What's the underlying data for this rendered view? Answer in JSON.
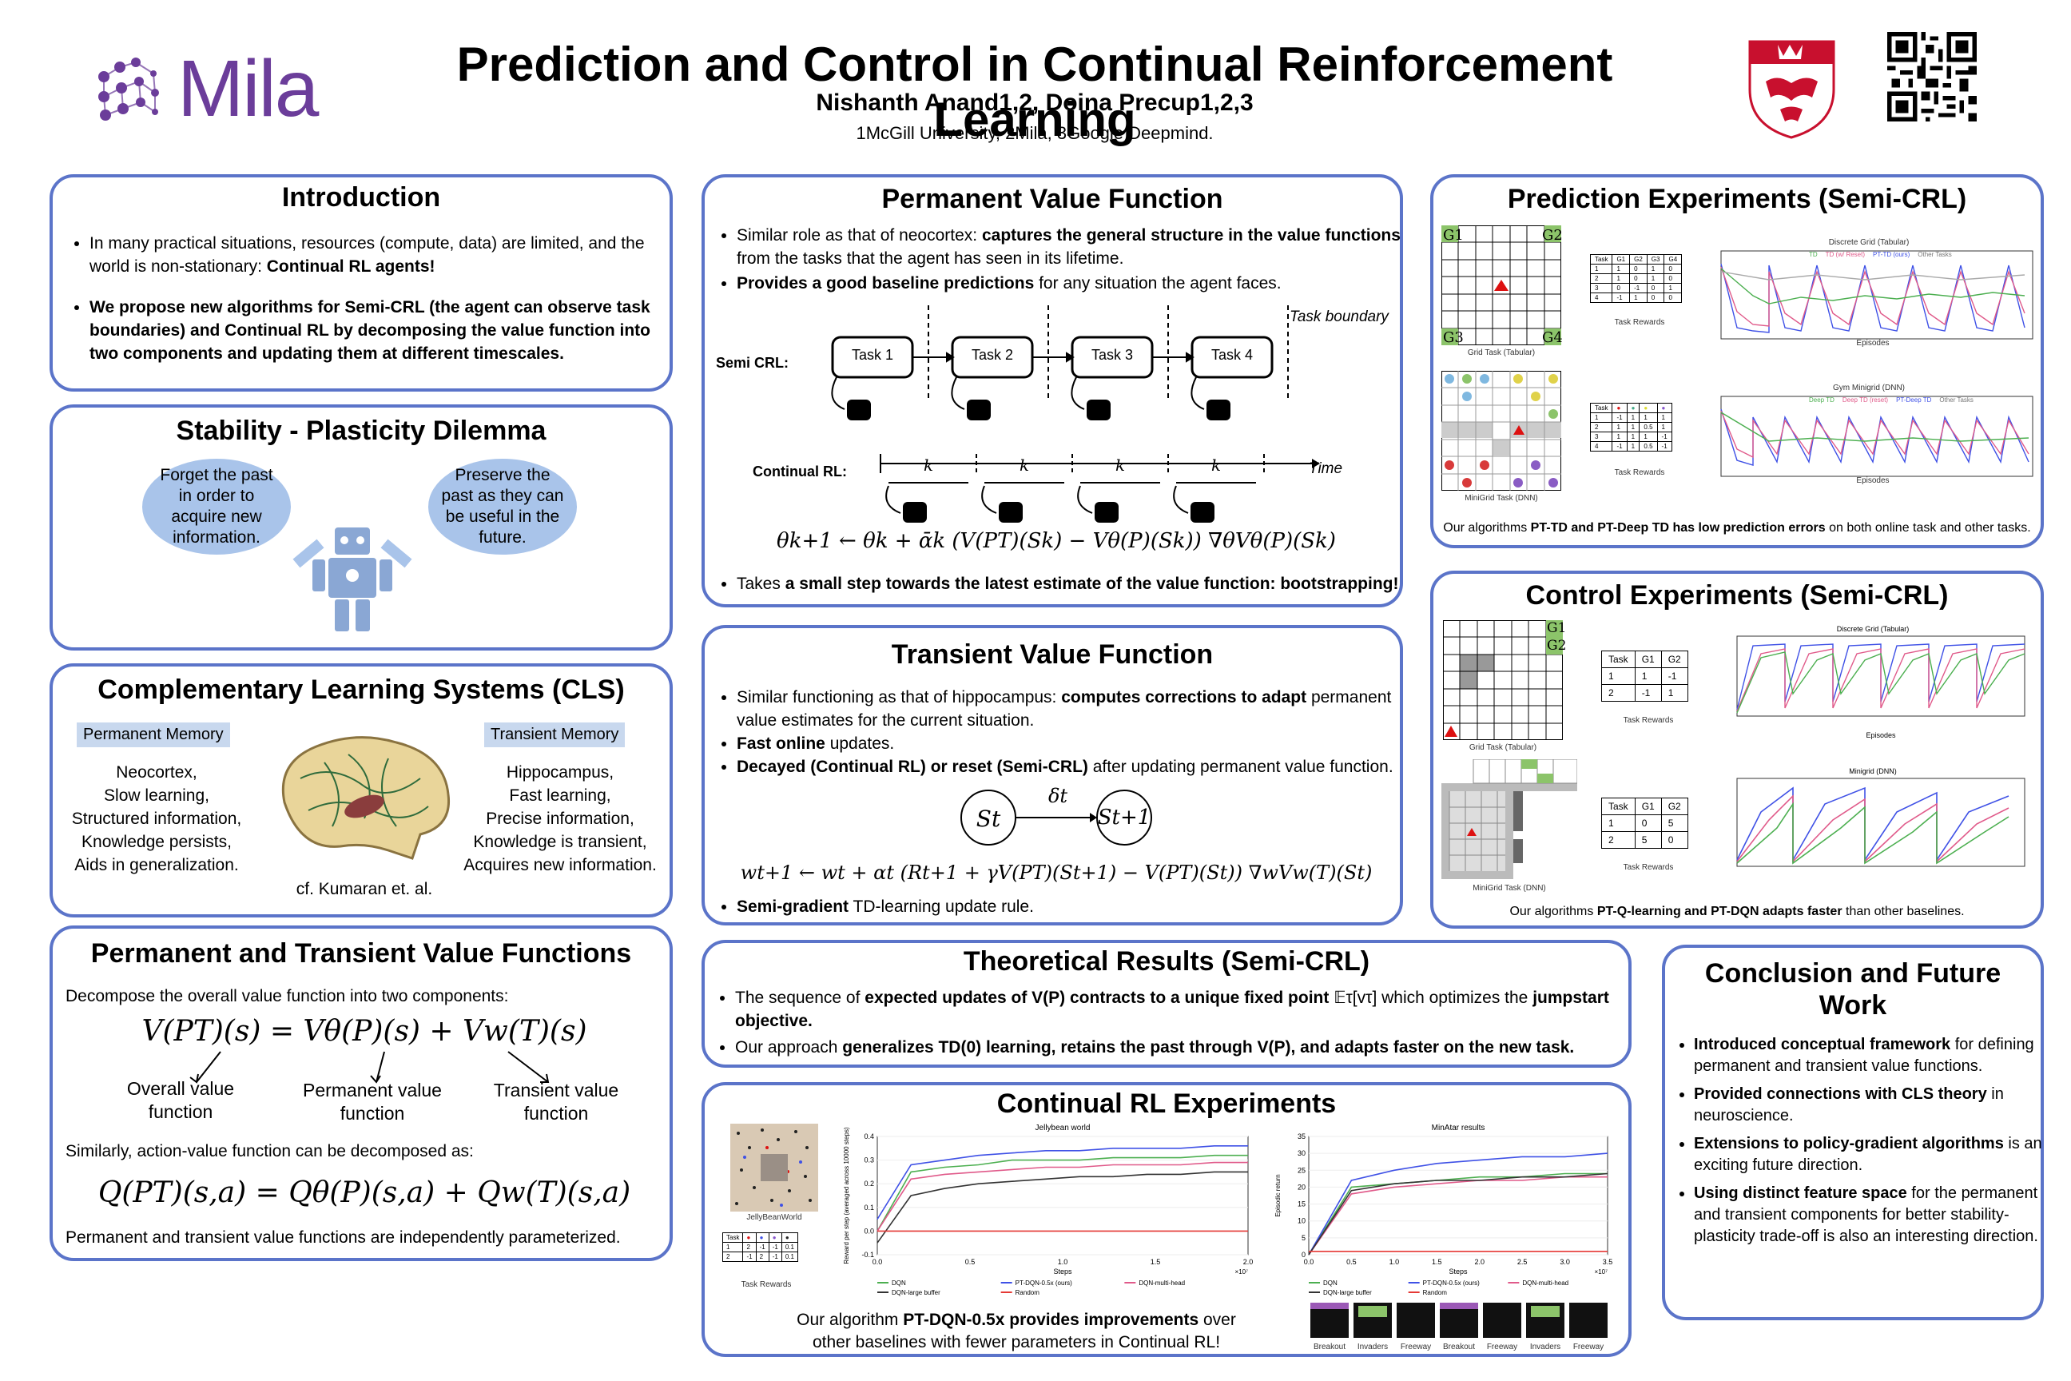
{
  "header": {
    "logo_text": "Mila",
    "title": "Prediction and Control in Continual Reinforcement Learning",
    "authors": "Nishanth Anand1,2, Doina Precup1,2,3",
    "affiliations": "1McGill University, 2Mila, 3Google Deepmind."
  },
  "intro": {
    "title": "Introduction",
    "b1_plain": "In many practical situations, resources (compute, data) are limited, and the world is non-stationary: ",
    "b1_bold": "Continual RL agents!",
    "b2_bold": "We propose new algorithms for Semi-CRL (the agent can observe task boundaries) and Continual RL by decomposing the value function into two components and updating them at different timescales."
  },
  "stability": {
    "title": "Stability - Plasticity Dilemma",
    "left_bubble": "Forget the past in order to acquire new information.",
    "right_bubble": "Preserve the past as they can be useful in the future."
  },
  "cls": {
    "title": "Complementary Learning Systems (CLS)",
    "perm_tag": "Permanent Memory",
    "trans_tag": "Transient Memory",
    "perm_items": [
      "Neocortex,",
      "Slow learning,",
      "Structured information,",
      "Knowledge persists,",
      "Aids in generalization."
    ],
    "trans_items": [
      "Hippocampus,",
      "Fast learning,",
      "Precise information,",
      "Knowledge is transient,",
      "Acquires new information."
    ],
    "caption": "cf. Kumaran et. al."
  },
  "ptvf": {
    "title": "Permanent and Transient Value Functions",
    "intro": "Decompose the overall value function into two components:",
    "eq_v": "V(PT)(s) = Vθ(P)(s) + Vw(T)(s)",
    "label_overall": "Overall value function",
    "label_perm": "Permanent value function",
    "label_trans": "Transient value function",
    "similarly": "Similarly, action-value function can be decomposed as:",
    "eq_q": "Q(PT)(s,a) = Qθ(P)(s,a) + Qw(T)(s,a)",
    "footer": "Permanent and transient value functions are independently parameterized."
  },
  "pvf": {
    "title": "Permanent Value Function",
    "b1_plain": "Similar role as that of neocortex: ",
    "b1_bold": "captures the general structure in the value functions",
    "b1_rest": " from the tasks that the agent has seen in its lifetime.",
    "b2_bold": "Provides a good baseline predictions",
    "b2_rest": " for any situation the agent faces.",
    "semi_label": "Semi CRL:",
    "crl_label": "Continual RL:",
    "tasks": [
      "Task 1",
      "Task 2",
      "Task 3",
      "Task 4"
    ],
    "task_boundary": "Task boundary",
    "k": "k",
    "time": "Time",
    "eq": "θk+1 ← θk + ᾱk (V(PT)(Sk) − Vθ(P)(Sk)) ∇θVθ(P)(Sk)",
    "b3_plain": "Takes ",
    "b3_bold": "a small step towards the latest estimate of the value function: bootstrapping!"
  },
  "tvf": {
    "title": "Transient Value Function",
    "b1_plain": "Similar functioning as that of hippocampus: ",
    "b1_bold": "computes corrections to adapt",
    "b1_rest": " permanent value estimates for the current situation.",
    "b2_bold": "Fast online",
    "b2_rest": " updates.",
    "b3_bold": "Decayed (Continual RL) or reset (Semi-CRL)",
    "b3_rest": " after updating permanent value function.",
    "node_s": "St",
    "node_s1": "St+1",
    "delta": "δt",
    "eq": "wt+1 ← wt + αt (Rt+1 + γV(PT)(St+1) − V(PT)(St)) ∇wVw(T)(St)",
    "b4_bold": "Semi-gradient",
    "b4_rest": " TD-learning update rule."
  },
  "pred": {
    "title": "Prediction Experiments (Semi-CRL)",
    "grid_labels": [
      "G1",
      "G2",
      "G3",
      "G4"
    ],
    "grid_caption": "Grid Task (Tabular)",
    "minigrid_caption": "MiniGrid Task (DNN)",
    "reward_caption": "Task Rewards",
    "table1_head": [
      "Task",
      "G1",
      "G2",
      "G3",
      "G4"
    ],
    "table1_rows": [
      [
        "1",
        "1",
        "0",
        "1",
        "0"
      ],
      [
        "2",
        "1",
        "0",
        "1",
        "0"
      ],
      [
        "3",
        "0",
        "-1",
        "0",
        "1"
      ],
      [
        "4",
        "-1",
        "1",
        "0",
        "0"
      ]
    ],
    "chart1_title": "Discrete Grid (Tabular)",
    "chart1_legend": [
      "TD",
      "TD (w/ Reset)",
      "PT-TD (ours)",
      "Other Tasks"
    ],
    "chart2_title": "Gym Minigrid (DNN)",
    "chart2_legend": [
      "Deep TD",
      "Deep TD (reset)",
      "PT-Deep TD",
      "Other Tasks"
    ],
    "xlabel": "Episodes",
    "summary_pre": "Our algorithms ",
    "summary_bold1": "PT-TD and PT-Deep TD has low prediction errors",
    "summary_post": " on both online task and other tasks."
  },
  "control": {
    "title": "Control Experiments (Semi-CRL)",
    "grid_caption": "Grid Task (Tabular)",
    "minigrid_caption": "MiniGrid Task (DNN)",
    "reward_caption": "Task Rewards",
    "g_labels": [
      "G1",
      "G2"
    ],
    "table1_head": [
      "Task",
      "G1",
      "G2"
    ],
    "table1_rows": [
      [
        "1",
        "1",
        "-1"
      ],
      [
        "2",
        "-1",
        "1"
      ]
    ],
    "table2_head": [
      "Task",
      "G1",
      "G2"
    ],
    "table2_rows": [
      [
        "1",
        "0",
        "5"
      ],
      [
        "2",
        "5",
        "0"
      ]
    ],
    "summary_pre": "Our algorithms ",
    "summary_bold": "PT-Q-learning and PT-DQN adapts faster",
    "summary_post": " than other baselines."
  },
  "theory": {
    "title": "Theoretical Results (Semi-CRL)",
    "b1_plain": "The sequence of ",
    "b1_bold": "expected updates of V(P) contracts to a unique fixed point",
    "b1_mid": " 𝔼τ[vτ] which optimizes the ",
    "b1_bold2": "jumpstart objective.",
    "b2_plain": "Our approach ",
    "b2_bold": "generalizes TD(0) learning, retains the past through V(P), and adapts faster on the new task."
  },
  "crl": {
    "title": "Continual RL Experiments",
    "jbw_caption": "JellyBeanWorld",
    "reward_caption": "Task Rewards",
    "summary_pre": "Our algorithm ",
    "summary_bold": "PT-DQN-0.5x provides improvements",
    "summary_post": " over other baselines with fewer parameters in Continual RL!",
    "games": [
      "Breakout",
      "Invaders",
      "Freeway",
      "Breakout",
      "Freeway",
      "Invaders",
      "Freeway"
    ]
  },
  "conclusion": {
    "title": "Conclusion and Future Work",
    "items": [
      {
        "bold": "Introduced conceptual framework",
        "rest": " for defining permanent and transient value functions."
      },
      {
        "bold": "Provided connections with CLS theory",
        "rest": " in neuroscience."
      },
      {
        "bold": "Extensions to policy-gradient algorithms",
        "rest": " is an exciting future direction."
      },
      {
        "bold": "Using distinct feature space",
        "rest": " for the permanent and transient components for better stability-plasticity trade-off is also an interesting direction."
      }
    ]
  },
  "chart_data": [
    {
      "type": "line",
      "title": "Jellybean world",
      "xlabel": "Steps",
      "ylabel": "Reward per step (averaged across 10000 steps)",
      "xlim": [
        0,
        2.1
      ],
      "ylim": [
        -0.1,
        0.4
      ],
      "x_ticks": [
        "0.0",
        "0.5",
        "1.0",
        "1.5",
        "2.0"
      ],
      "y_ticks": [
        "-0.1",
        "0.0",
        "0.1",
        "0.2",
        "0.3",
        "0.4"
      ],
      "x_scale_note": "×10⁷",
      "legend": [
        "DQN",
        "PT-DQN-0.5x (ours)",
        "DQN-multi-head",
        "DQN-large buffer",
        "Random"
      ],
      "colors": [
        "#4caf50",
        "#3f51e6",
        "#e05a8a",
        "#333333",
        "#e53935"
      ],
      "series": [
        {
          "name": "DQN",
          "values": [
            0.0,
            0.25,
            0.27,
            0.28,
            0.3,
            0.3,
            0.3,
            0.31,
            0.31,
            0.31,
            0.32,
            0.32
          ]
        },
        {
          "name": "PT-DQN-0.5x (ours)",
          "values": [
            0.05,
            0.28,
            0.3,
            0.32,
            0.33,
            0.34,
            0.34,
            0.35,
            0.35,
            0.35,
            0.36,
            0.36
          ]
        },
        {
          "name": "DQN-multi-head",
          "values": [
            0.0,
            0.22,
            0.24,
            0.25,
            0.26,
            0.27,
            0.27,
            0.28,
            0.28,
            0.28,
            0.29,
            0.29
          ]
        },
        {
          "name": "DQN-large buffer",
          "values": [
            -0.05,
            0.15,
            0.18,
            0.2,
            0.21,
            0.22,
            0.23,
            0.23,
            0.24,
            0.24,
            0.25,
            0.25
          ]
        },
        {
          "name": "Random",
          "values": [
            0.0,
            0.0,
            0.0,
            0.0,
            0.0,
            0.0,
            0.0,
            0.0,
            0.0,
            0.0,
            0.0,
            0.0
          ]
        }
      ]
    },
    {
      "type": "line",
      "title": "MinAtar results",
      "xlabel": "Steps",
      "ylabel": "Episodic return",
      "xlim": [
        0,
        3.5
      ],
      "ylim": [
        0,
        35
      ],
      "x_ticks": [
        "0.0",
        "0.5",
        "1.0",
        "1.5",
        "2.0",
        "2.5",
        "3.0",
        "3.5"
      ],
      "y_ticks": [
        "0",
        "5",
        "10",
        "15",
        "20",
        "25",
        "30",
        "35"
      ],
      "x_scale_note": "×10⁷",
      "legend": [
        "DQN",
        "PT-DQN-0.5x (ours)",
        "DQN-multi-head",
        "DQN-large buffer",
        "Random"
      ],
      "colors": [
        "#4caf50",
        "#3f51e6",
        "#e05a8a",
        "#333333",
        "#e53935"
      ],
      "series": [
        {
          "name": "DQN",
          "values": [
            0,
            20,
            21,
            22,
            23,
            23,
            24,
            24
          ]
        },
        {
          "name": "PT-DQN-0.5x (ours)",
          "values": [
            0,
            22,
            25,
            27,
            28,
            29,
            29,
            30
          ]
        },
        {
          "name": "DQN-multi-head",
          "values": [
            0,
            18,
            20,
            21,
            22,
            22,
            23,
            23
          ]
        },
        {
          "name": "DQN-large buffer",
          "values": [
            0,
            19,
            21,
            22,
            22,
            23,
            23,
            24
          ]
        },
        {
          "name": "Random",
          "values": [
            1,
            1,
            1,
            1,
            1,
            1,
            1,
            1
          ]
        }
      ]
    }
  ]
}
